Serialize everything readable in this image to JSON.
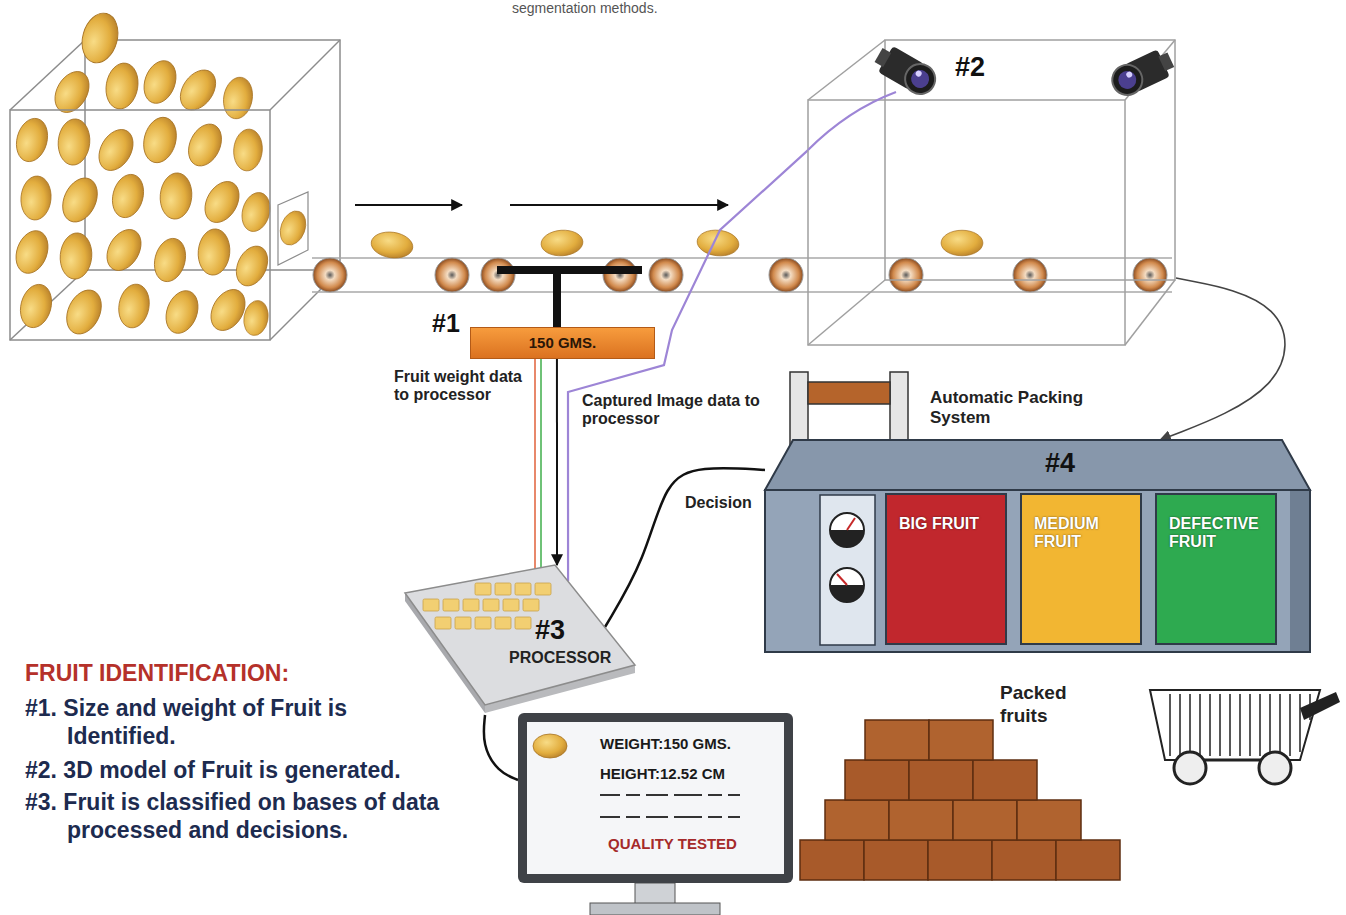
{
  "diagram": {
    "nodes": [
      {
        "text": [
          "#2"
        ]
      },
      {
        "text": [
          "150 GMS."
        ]
      },
      {
        "text": [
          "#3",
          "PROCESSOR"
        ]
      },
      {
        "text": [
          "Automatic Packing System",
          "#4"
        ]
      },
      {
        "text": [
          "BIG FRUIT"
        ],
        "in": 3
      },
      {
        "text": [
          "MEDIUM FRUIT"
        ],
        "in": 3
      },
      {
        "text": [
          "DEFECTIVE FRUIT"
        ],
        "in": 3
      },
      {
        "text": [
          "WEIGHT:150 GMS.",
          "HEIGHT:12.52 CM",
          "QUALITY TESTED"
        ]
      }
    ],
    "edges": [
      {
        "from": 1,
        "to": 2,
        "arrow": "to",
        "label": "Fruit weight data to processor"
      },
      {
        "from": 0,
        "to": 2,
        "arrow": "none",
        "label": "Captured Image data to processor"
      },
      {
        "from": 2,
        "to": 3,
        "arrow": "none",
        "label": "Decision"
      },
      {
        "from": 2,
        "to": 7,
        "arrow": "none"
      },
      {
        "from": 0,
        "to": 3,
        "arrow": "to"
      }
    ],
    "labels": [
      "segmentation methods.",
      "#1",
      "Packed fruits",
      "FRUIT IDENTIFICATION:",
      "#1. Size and weight of Fruit is Identified.",
      "#2. 3D model of Fruit is generated.",
      "#3. Fruit is classified on bases of data processed and decisions."
    ]
  }
}
